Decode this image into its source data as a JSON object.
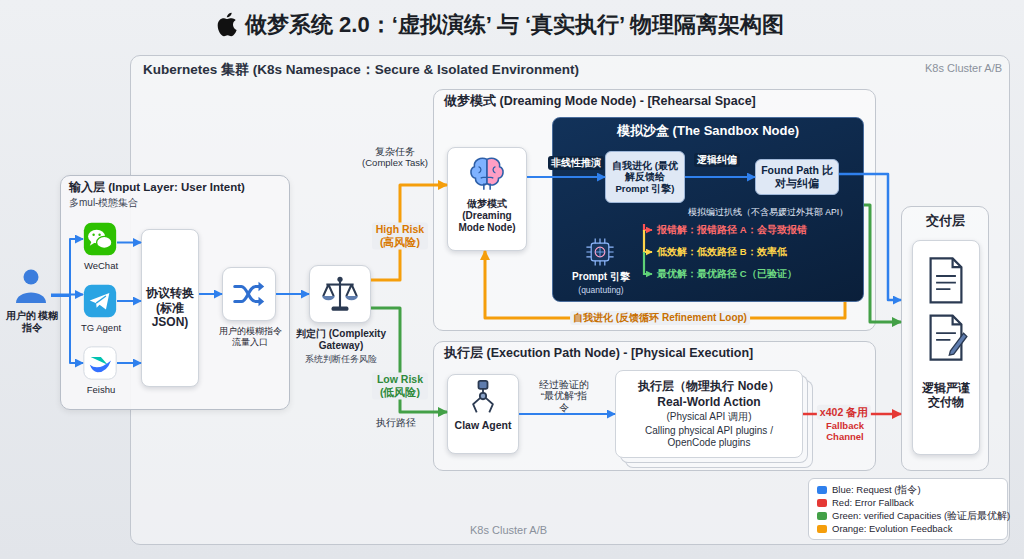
{
  "diagram": {
    "title": "做梦系统 2.0：‘虚拟演练’ 与 ‘真实执行’ 物理隔离架构图",
    "nodes": [
      {
        "text": [
          "Kubernetes 集群 (K8s Namespace：Secure & Isolated Environment)"
        ]
      },
      {
        "text": [
          "输入层 (Input Layer: User Intent)",
          "多mul-模態集合"
        ]
      },
      {
        "text": [
          "用户的 模糊指令"
        ]
      },
      {
        "text": [
          "WeChat"
        ],
        "in": 1
      },
      {
        "text": [
          "TG Agent"
        ],
        "in": 1
      },
      {
        "text": [
          "Feishu"
        ],
        "in": 1
      },
      {
        "text": [
          "协议转换 (标准JSON)"
        ],
        "in": 1
      },
      {
        "text": [
          "用户的模糊指令流量入口"
        ],
        "in": 1
      },
      {
        "text": [
          "判定门 (Complexity Gateway)",
          "系统判断任务风险"
        ],
        "in": 0
      },
      {
        "text": [
          "做梦模式 (Dreaming Mode Node) - [Rehearsal Space]"
        ],
        "in": 0
      },
      {
        "text": [
          "做梦模式 (Dreaming Mode Node)"
        ],
        "in": 9
      },
      {
        "text": [
          "模拟沙盒 (The Sandbox Node)"
        ],
        "in": 9
      },
      {
        "text": [
          "自我进化 (最优解反馈给 Prompt 引擎)"
        ],
        "in": 11
      },
      {
        "text": [
          "Found Path 比对与纠偏"
        ],
        "in": 11
      },
      {
        "text": [
          "Prompt 引擎",
          "(quantuting)"
        ],
        "in": 11
      },
      {
        "text": [
          "执行层 (Execution Path Node) - [Physical Execution]"
        ],
        "in": 0
      },
      {
        "text": [
          "Claw Agent"
        ],
        "in": 15
      },
      {
        "text": [
          "执行层（物理执行 Node）",
          "Real-World Action",
          "(Physical API 调用)",
          "Calling physical API plugins / OpenCode plugins"
        ],
        "in": 15
      },
      {
        "text": [
          "交付层"
        ],
        "in": 0
      },
      {
        "text": [
          "逻辑严谨 交付物"
        ],
        "in": 18
      }
    ],
    "edges": [
      {
        "from": 2,
        "to": 3,
        "arrow": "to"
      },
      {
        "from": 2,
        "to": 4,
        "arrow": "to"
      },
      {
        "from": 2,
        "to": 5,
        "arrow": "to"
      },
      {
        "from": 3,
        "to": 6,
        "arrow": "to"
      },
      {
        "from": 4,
        "to": 6,
        "arrow": "to"
      },
      {
        "from": 5,
        "to": 6,
        "arrow": "to"
      },
      {
        "from": 6,
        "to": 7,
        "arrow": "to"
      },
      {
        "from": 7,
        "to": 8,
        "arrow": "to"
      },
      {
        "from": 8,
        "to": 10,
        "label": "High Risk (高风险)",
        "arrow": "to"
      },
      {
        "from": 8,
        "to": 16,
        "label": "Low Risk (低风险)",
        "arrow": "to"
      },
      {
        "from": 10,
        "to": 12,
        "label": "非线性推演",
        "arrow": "to"
      },
      {
        "from": 12,
        "to": 13,
        "label": "逻辑纠偏",
        "arrow": "to"
      },
      {
        "from": 11,
        "to": 10,
        "label": "自我进化 (反馈循环 Refinement Loop)",
        "arrow": "to"
      },
      {
        "from": 13,
        "to": 18,
        "arrow": "to"
      },
      {
        "from": 11,
        "to": 18,
        "arrow": "to"
      },
      {
        "from": 16,
        "to": 17,
        "label": "经过验证的 “最优解”指令",
        "arrow": "to"
      },
      {
        "from": 17,
        "to": 18,
        "label": "x402 备用",
        "arrow": "to"
      }
    ],
    "labels": [
      "K8s Cluster A/B",
      "复杂任务 (Complex Task)",
      "执行路径",
      "模拟编过扒线（不含易媛过外其部 API）",
      "报错解：报错路径 A：会导致报错",
      "低效解：低效路径 B：效率低",
      "最优解：最优路径 C（已验证）",
      "Fallback Channel",
      "K8s Cluster A/B"
    ],
    "legend": [
      {
        "text": "Blue: Request (指令)",
        "color": "#2f80ed"
      },
      {
        "text": "Red: Error Fallback",
        "color": "#e53935"
      },
      {
        "text": "Green: verified Capacities (验证后最优解)",
        "color": "#43a047"
      },
      {
        "text": "Orange: Evolution Feedback",
        "color": "#f59e0b"
      }
    ]
  }
}
